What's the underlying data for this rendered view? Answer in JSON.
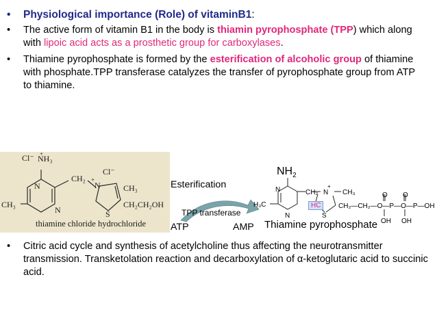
{
  "bullets": [
    {
      "type": "title",
      "text": "Physiological importance (Role) of vitaminB1",
      "suffix": ":"
    },
    {
      "parts": [
        {
          "t": "The active form of vitamin B1 in the body is ",
          "s": "normal"
        },
        {
          "t": "thiamin pyrophosphate (TPP",
          "s": "hl-bold"
        },
        {
          "t": ") which along with ",
          "s": "normal"
        },
        {
          "t": "lipoic acid acts as a prosthetic group for carboxylases",
          "s": "hl"
        },
        {
          "t": ".",
          "s": "normal"
        }
      ]
    },
    {
      "parts": [
        {
          "t": "Thiamine pyrophosphate is formed by the ",
          "s": "normal"
        },
        {
          "t": "esterification of alcoholic group",
          "s": "hl-bold"
        },
        {
          "t": " of thiamine with phosphate.TPP transferase catalyzes the transfer of pyrophosphate group from ATP to thiamine.",
          "s": "normal"
        }
      ]
    }
  ],
  "left_structure": {
    "cl1": "Cl⁻",
    "nh3": "NH₃",
    "plus1": "+",
    "n_top": "N",
    "ch2": "CH₂",
    "cl2": "Cl⁻",
    "plus2": "+",
    "n_ring2": "N",
    "ch3_right": "CH₃",
    "ch3_left": "CH₃",
    "n_bottom": "N",
    "s": "S",
    "ch2ch2oh": "CH₂CH₂OH",
    "caption": "thiamine chloride hydrochloride"
  },
  "reaction": {
    "esterification": "Esterification",
    "enzyme": "TPP transferase",
    "atp": "ATP",
    "amp": "AMP",
    "arrow_color": "#7aa3aa"
  },
  "right_structure": {
    "nh2": "NH",
    "nh2_sub": "2",
    "n1": "N",
    "ch2": "CH₂",
    "n_plus": "N",
    "plus": "+",
    "ch3": "CH₃",
    "h3c": "H₃C",
    "hc": "HC",
    "n2": "N",
    "s": "S",
    "chain": "CH₂—CH₂—O—P—O—P—OH",
    "o1": "O",
    "o2": "O",
    "oh1": "OH",
    "oh2": "OH",
    "name": "Thiamine pyrophosphate",
    "hc_box_color": "#cfe0ff"
  },
  "bottom_bullet": {
    "text": "Citric acid  cycle and synthesis of acetylcholine thus affecting the neurotransmitter transmission. Transketolation reaction and decarboxylation of α-ketoglutaric acid to succinic acid."
  },
  "bullet_char": "•"
}
